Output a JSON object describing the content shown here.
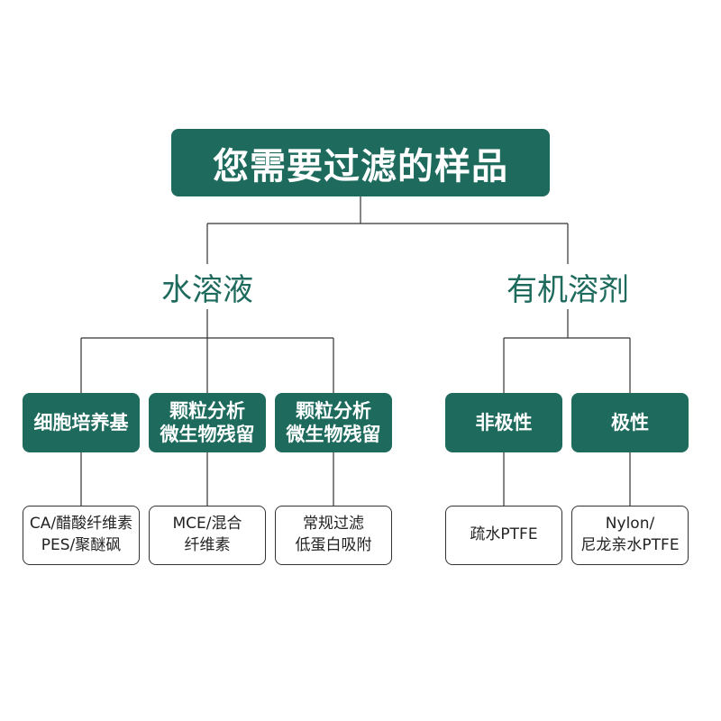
{
  "root": {
    "label": "您需要过滤的样品"
  },
  "categories": {
    "aqueous": {
      "label": "水溶液"
    },
    "organic": {
      "label": "有机溶剂"
    }
  },
  "subcategories": [
    {
      "lines": [
        "细胞培养基"
      ]
    },
    {
      "lines": [
        "颗粒分析",
        "微生物残留"
      ]
    },
    {
      "lines": [
        "颗粒分析",
        "微生物残留"
      ]
    },
    {
      "lines": [
        "非极性"
      ]
    },
    {
      "lines": [
        "极性"
      ]
    }
  ],
  "leaves": [
    {
      "lines": [
        "CA/醋酸纤维素",
        "PES/聚醚砜"
      ]
    },
    {
      "lines": [
        "MCE/混合",
        "纤维素"
      ]
    },
    {
      "lines": [
        "常规过滤",
        "低蛋白吸附"
      ]
    },
    {
      "lines": [
        "疏水PTFE"
      ]
    },
    {
      "lines": [
        "Nylon/",
        "尼龙亲水PTFE"
      ]
    }
  ],
  "colors": {
    "accent": "#1e6b5e",
    "line": "#333333"
  }
}
